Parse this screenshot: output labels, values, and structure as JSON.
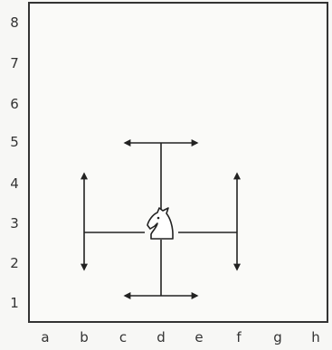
{
  "board": {
    "ranks": [
      "8",
      "7",
      "6",
      "5",
      "4",
      "3",
      "2",
      "1"
    ],
    "files": [
      "a",
      "b",
      "c",
      "d",
      "e",
      "f",
      "g",
      "h"
    ],
    "piece": {
      "type": "knight",
      "color": "white",
      "square": "d3"
    },
    "move_paths": [
      {
        "via": "d5",
        "targets": [
          "c5",
          "e5"
        ]
      },
      {
        "via": "d1",
        "targets": [
          "c1",
          "e1"
        ]
      },
      {
        "via": "b3",
        "targets": [
          "b4",
          "b2"
        ]
      },
      {
        "via": "f3",
        "targets": [
          "f4",
          "f2"
        ]
      }
    ]
  }
}
